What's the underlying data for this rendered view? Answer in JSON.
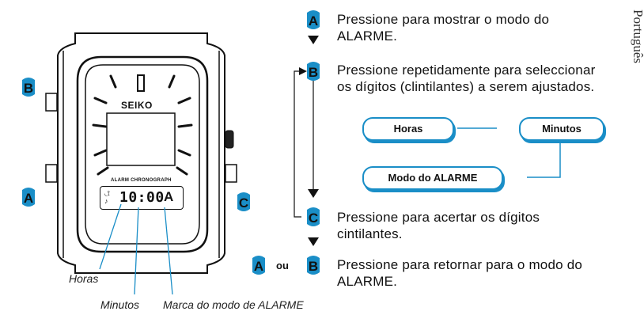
{
  "side_label": "Português",
  "watch": {
    "brand": "SEIKO",
    "dial_text": "ALARM CHRONOGRAPH",
    "lcd_time": "10:00",
    "buttons": {
      "left_top": "B",
      "left_bottom": "A",
      "right": "C"
    },
    "captions": {
      "hours": "Horas",
      "minutes": "Minutos",
      "alarm_mark": "Marca do modo de ALARME"
    }
  },
  "steps": [
    {
      "key": "A",
      "text": "Pressione para mostrar o modo do ALARME."
    },
    {
      "key": "B",
      "text": "Pressione repetidamente para seleccionar os dígitos (clintilantes) a serem ajustados."
    },
    {
      "key": "C",
      "text": "Pressione para acertar os dígitos cintilantes."
    },
    {
      "key_a": "A",
      "connector": "ou",
      "key_b": "B",
      "text": "Pressione para retornar para o modo do ALARME."
    }
  ],
  "cycle": {
    "hours": "Horas",
    "minutes": "Minutos",
    "alarm_mode": "Modo do ALARME"
  },
  "colors": {
    "badge_fill": "#1a8ec7",
    "badge_text": "#111111",
    "pill_border": "#1a8ec7"
  }
}
